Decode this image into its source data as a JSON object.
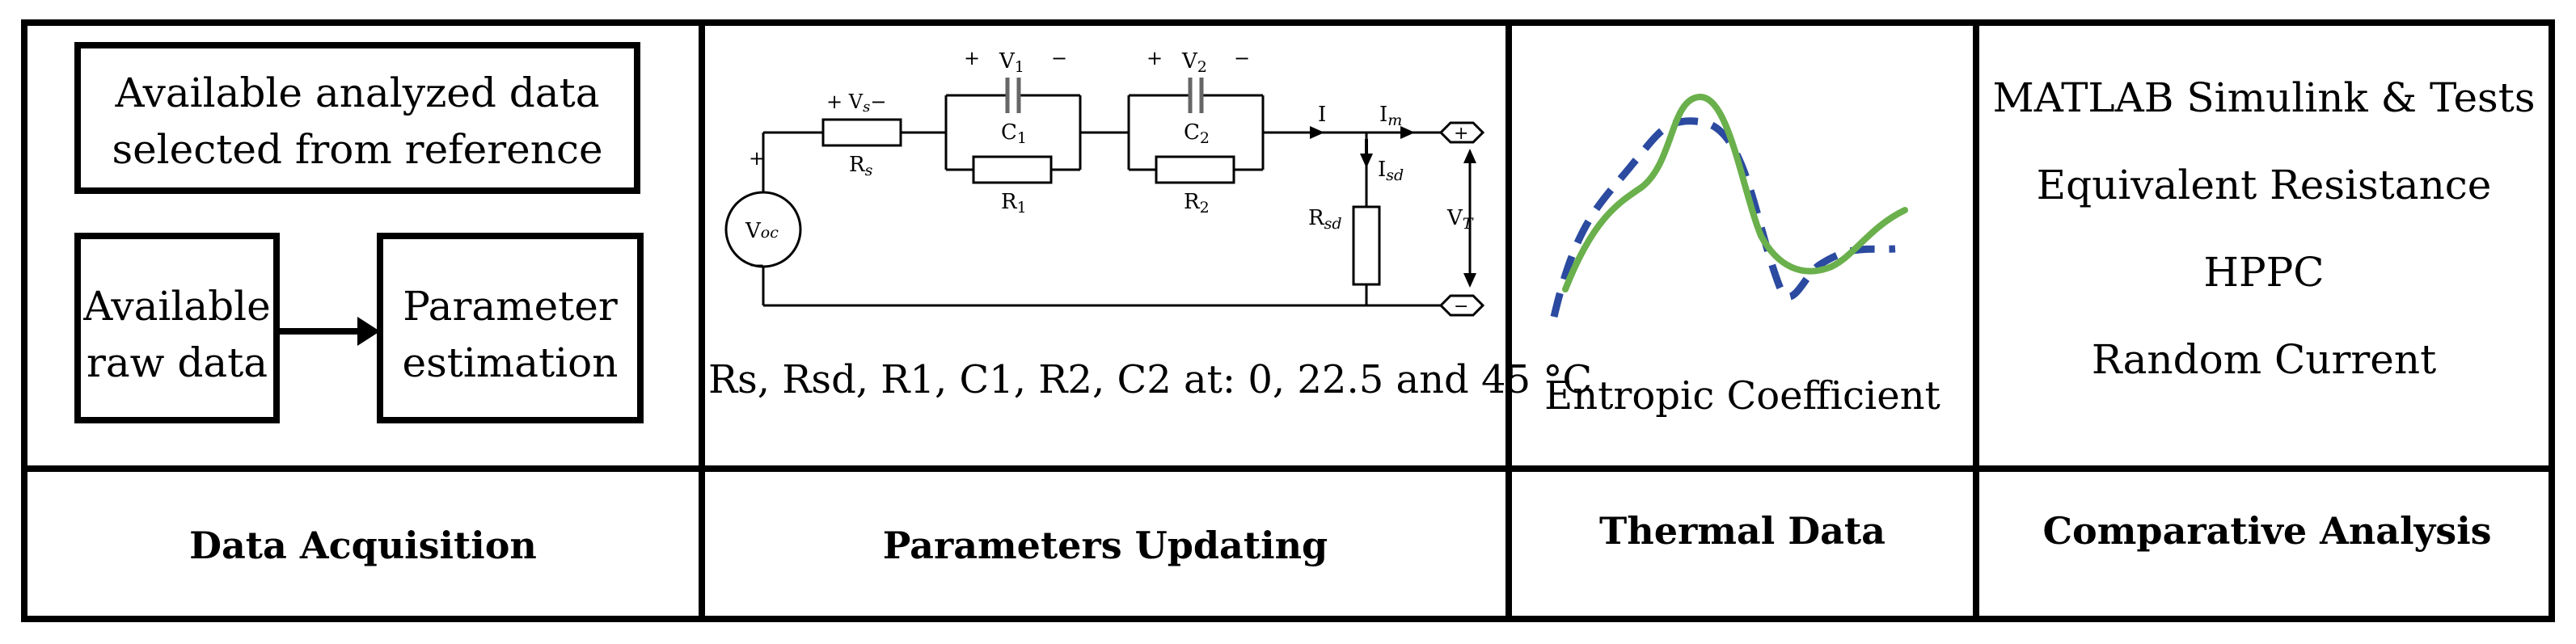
{
  "acquisition": {
    "top_box_line1": "Available analyzed data",
    "top_box_line2": "selected from reference",
    "raw_line1": "Available",
    "raw_line2": "raw data",
    "param_line1": "Parameter",
    "param_line2": "estimation",
    "footer": "Data Acquisition"
  },
  "circuit": {
    "labels": {
      "plus_left": "+",
      "minus_left": "−",
      "voc": "V",
      "voc_sub": "oc",
      "vs": "+ V",
      "vs_sub": "s",
      "vs_minus": "−",
      "rs": "R",
      "rs_sub": "s",
      "v1_plus": "+",
      "v1": "V",
      "v1_sub": "1",
      "v1_minus": "−",
      "c1": "C",
      "c1_sub": "1",
      "r1": "R",
      "r1_sub": "1",
      "v2_plus": "+",
      "v2": "V",
      "v2_sub": "2",
      "v2_minus": "−",
      "c2": "C",
      "c2_sub": "2",
      "r2": "R",
      "r2_sub": "2",
      "i": "I",
      "im": "I",
      "im_sub": "m",
      "isd": "I",
      "isd_sub": "sd",
      "rsd": "R",
      "rsd_sub": "sd",
      "vt": "V",
      "vt_sub": "T",
      "term_plus": "+",
      "term_minus": "−"
    },
    "caption": "Rs, Rsd, R1, C1, R2, C2 at: 0, 22.5 and 45 °C",
    "footer": "Parameters Updating"
  },
  "thermal": {
    "caption": "Entropic Coefficient",
    "footer": "Thermal Data",
    "colors": {
      "solid": "#6ab04c",
      "dashed": "#2b4aa0"
    }
  },
  "comparative": {
    "items": [
      "MATLAB Simulink & Tests",
      "Equivalent Resistance",
      "HPPC",
      "Random Current"
    ],
    "footer": "Comparative Analysis"
  }
}
